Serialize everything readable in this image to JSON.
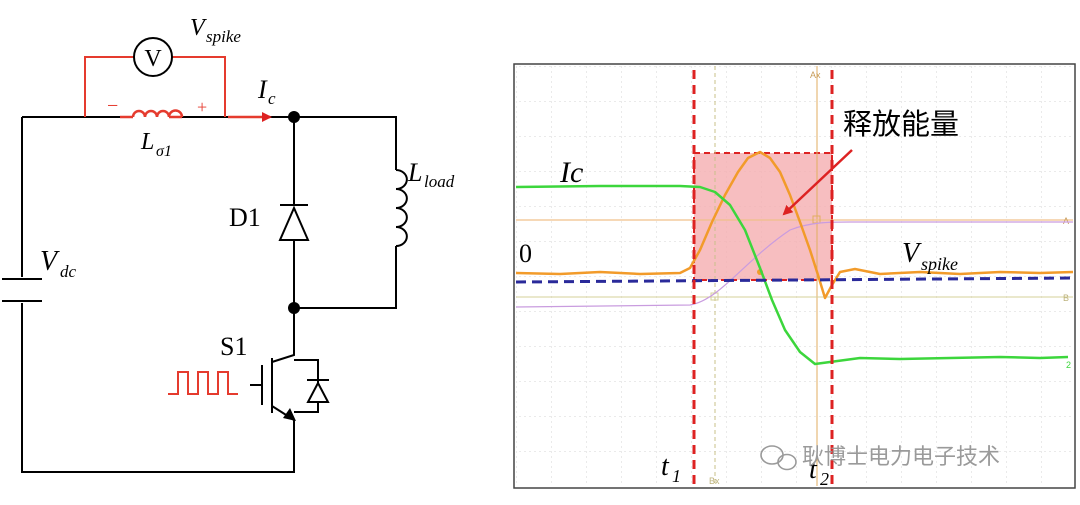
{
  "circuit": {
    "voltmeter_symbol": "V",
    "vspike_main": "V",
    "vspike_sub": "spike",
    "ic_main": "I",
    "ic_sub": "c",
    "l_sigma_main": "L",
    "l_sigma_sub": "σ1",
    "minus_sign": "−",
    "plus_sign": "+",
    "lload_main": "L",
    "lload_sub": "load",
    "vdc_main": "V",
    "vdc_sub": "dc",
    "d1_label": "D1",
    "s1_label": "S1"
  },
  "scope": {
    "ic_label": "Ic",
    "zero_label": "0",
    "release_energy_label": "释放能量",
    "vspike_main": "V",
    "vspike_sub": "spike",
    "t1_main": "t",
    "t1_sub": "1",
    "t2_main": "t",
    "t2_sub": "2",
    "cursor_ax": "Ax",
    "cursor_bx": "Bx",
    "marker_a": "A",
    "marker_b": "B",
    "ch_marker": "2",
    "watermark": "耿博士电力电子技术"
  },
  "colors": {
    "red": "#e53b2e",
    "dashed_red": "#dd2222",
    "ic_trace": "#3cd63c",
    "vspike_trace": "#f29b2a",
    "dashed_blue": "#2a2a9a",
    "energy_fill": "#f5aeb0"
  }
}
